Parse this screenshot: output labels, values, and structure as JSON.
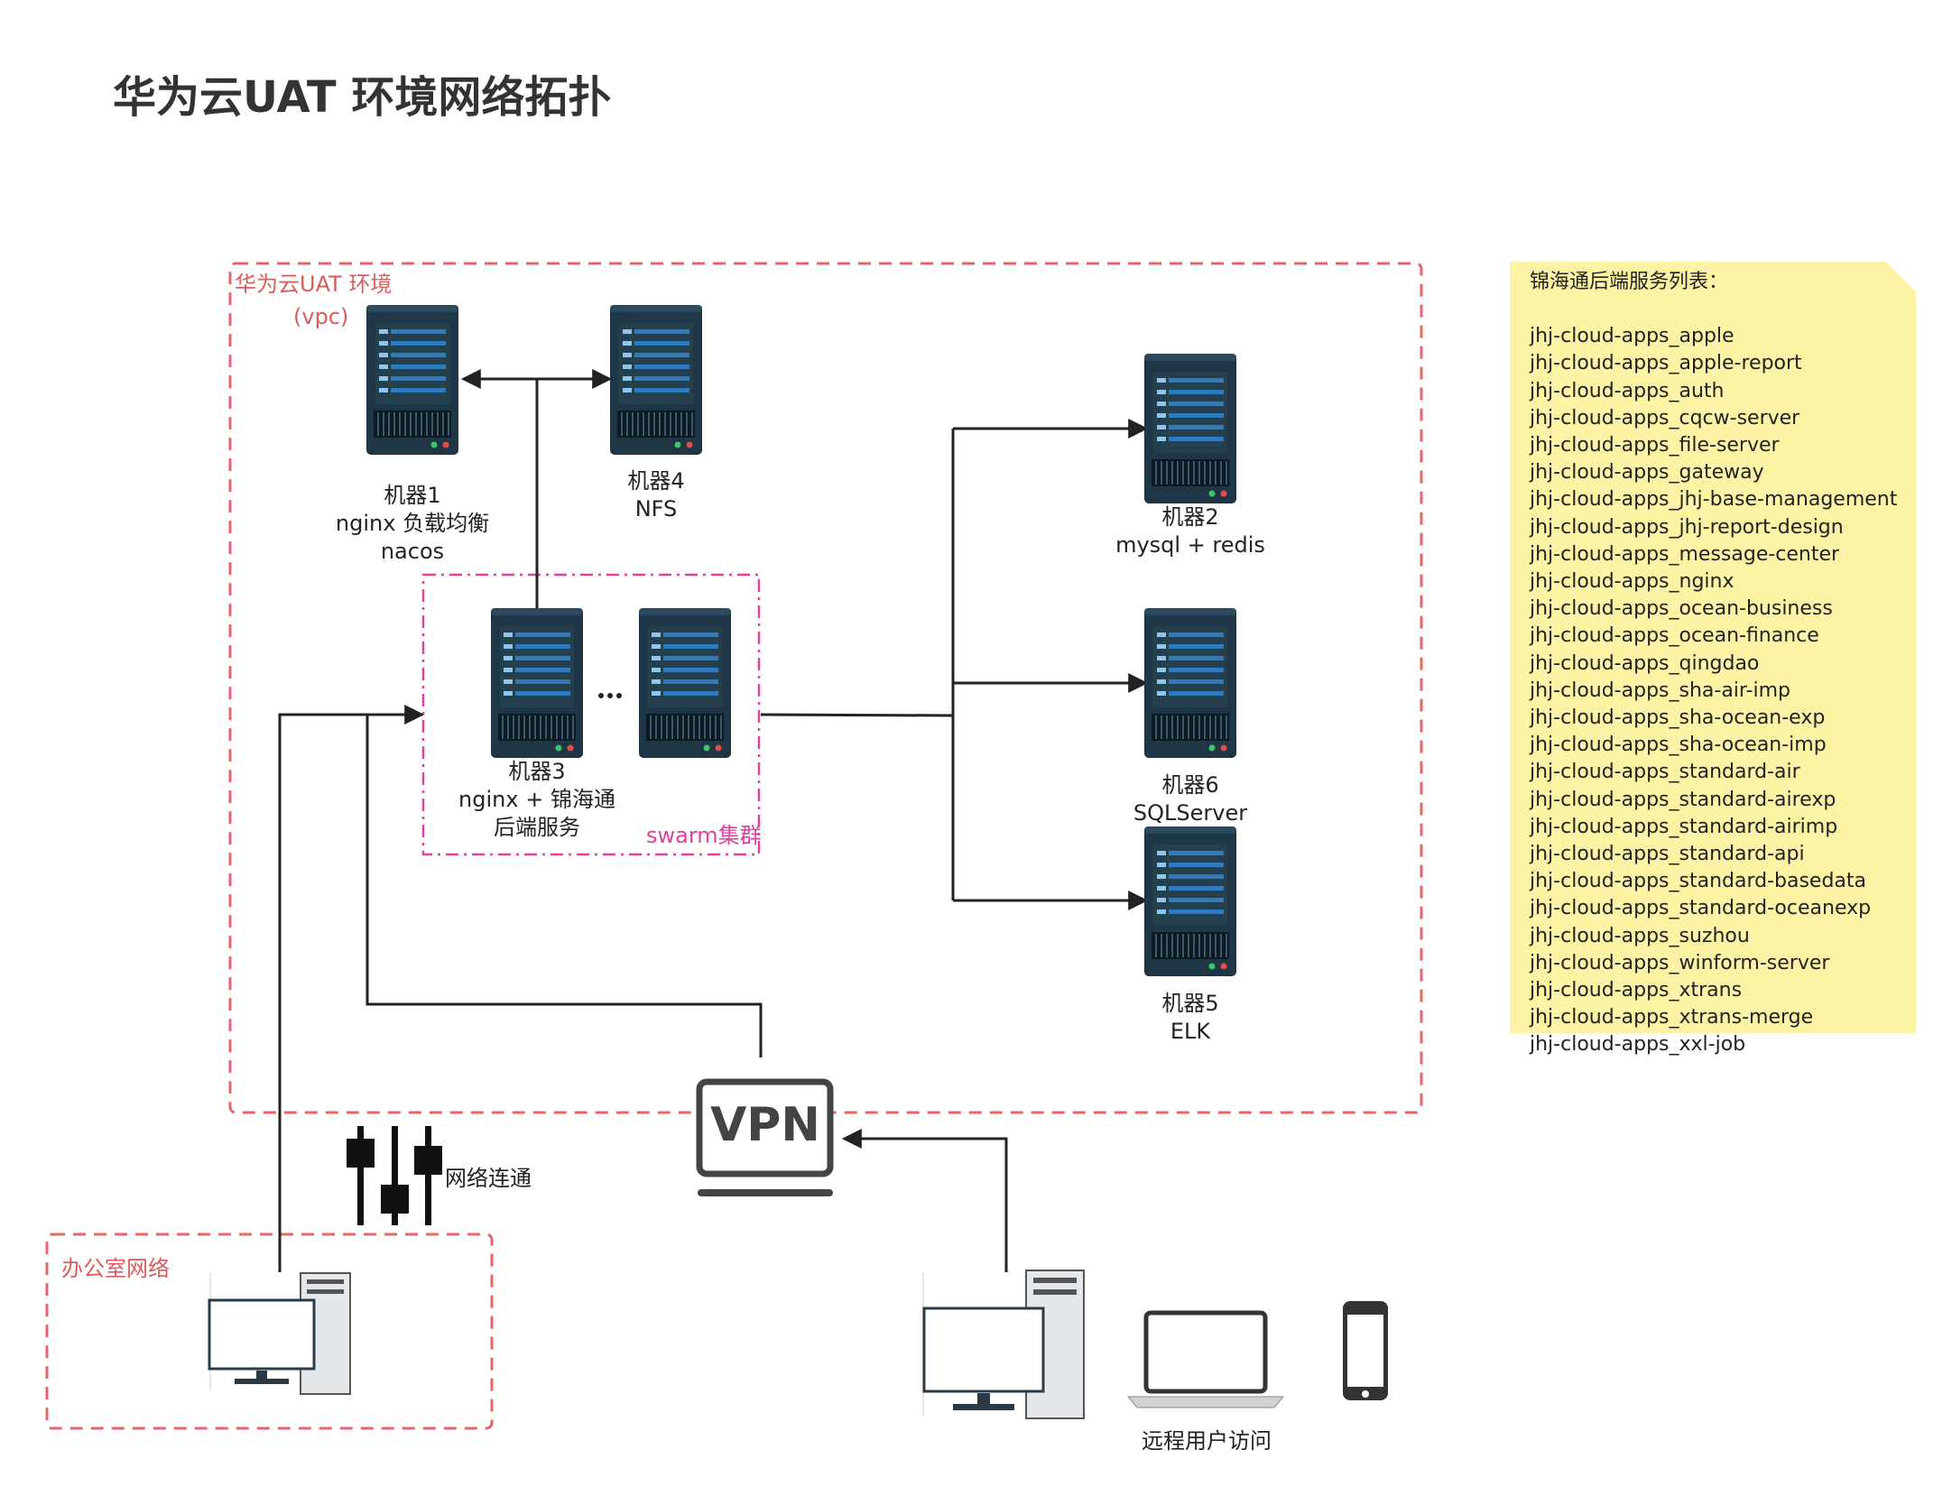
{
  "title": "华为云UAT 环境网络拓扑",
  "vpc": {
    "label_line1": "华为云UAT 环境",
    "label_line2": "(vpc)"
  },
  "swarm": {
    "label": "swarm集群"
  },
  "office": {
    "label": "办公室网络"
  },
  "machines": {
    "m1": {
      "name": "机器1",
      "desc1": "nginx 负载均衡",
      "desc2": "nacos"
    },
    "m4": {
      "name": "机器4",
      "desc1": "NFS"
    },
    "m3": {
      "name": "机器3",
      "desc1": "nginx + 锦海通",
      "desc2": "后端服务"
    },
    "m2": {
      "name": "机器2",
      "desc1": "mysql + redis"
    },
    "m6": {
      "name": "机器6",
      "desc1": "SQLServer"
    },
    "m5": {
      "name": "机器5",
      "desc1": "ELK"
    }
  },
  "ellipsis": "...",
  "vpn": {
    "label": "VPN"
  },
  "network_link": {
    "label": "网络连通"
  },
  "remote": {
    "label": "远程用户访问"
  },
  "service_list": {
    "heading": "锦海通后端服务列表：",
    "items": [
      "jhj-cloud-apps_apple",
      "jhj-cloud-apps_apple-report",
      "jhj-cloud-apps_auth",
      "jhj-cloud-apps_cqcw-server",
      "jhj-cloud-apps_file-server",
      "jhj-cloud-apps_gateway",
      "jhj-cloud-apps_jhj-base-management",
      "jhj-cloud-apps_jhj-report-design",
      "jhj-cloud-apps_message-center",
      "jhj-cloud-apps_nginx",
      "jhj-cloud-apps_ocean-business",
      "jhj-cloud-apps_ocean-finance",
      "jhj-cloud-apps_qingdao",
      "jhj-cloud-apps_sha-air-imp",
      "jhj-cloud-apps_sha-ocean-exp",
      "jhj-cloud-apps_sha-ocean-imp",
      "jhj-cloud-apps_standard-air",
      "jhj-cloud-apps_standard-airexp",
      "jhj-cloud-apps_standard-airimp",
      "jhj-cloud-apps_standard-api",
      "jhj-cloud-apps_standard-basedata",
      "jhj-cloud-apps_standard-oceanexp",
      "jhj-cloud-apps_suzhou",
      "jhj-cloud-apps_winform-server",
      "jhj-cloud-apps_xtrans",
      "jhj-cloud-apps_xtrans-merge",
      "jhj-cloud-apps_xxl-job"
    ]
  },
  "colors": {
    "vpc_border": "#e8646b",
    "swarm_border": "#e0409f",
    "server_body": "#1f3646",
    "server_bar": "#2f7bbf",
    "note_bg": "#fdf3a4",
    "line": "#222222"
  }
}
